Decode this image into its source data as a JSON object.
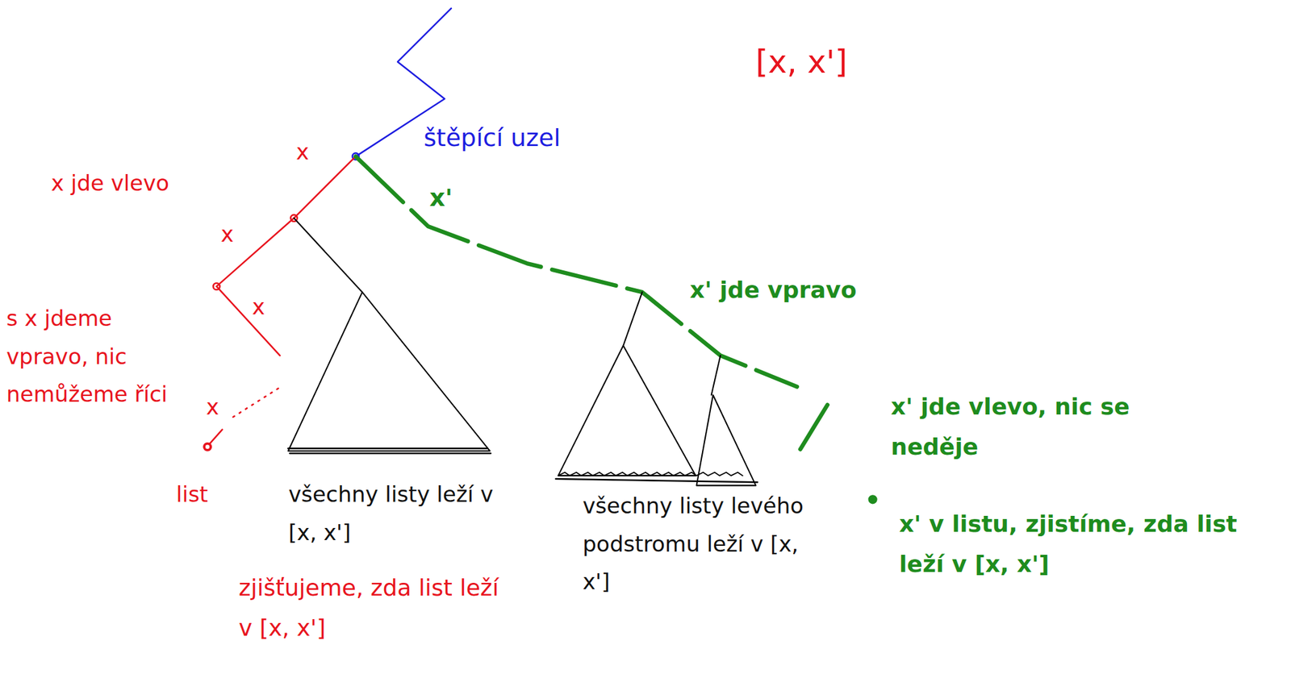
{
  "diagram": {
    "labels": [
      "[x, x']",
      "x",
      "štěpící uzel",
      "x jde vlevo",
      "x'",
      "x",
      "x' jde vpravo",
      "x",
      "s x jdeme vpravo, nic nemůžeme říci",
      "x' jde vlevo, nic se neděje",
      "x",
      "list",
      "všechny listy leží v [x, x']",
      "všechny listy levého podstromu leží v [x, x']",
      "x' v listu, zjistíme, zda list leží v [x, x']",
      "zjišťujeme, zda list leží v [x, x']"
    ]
  }
}
